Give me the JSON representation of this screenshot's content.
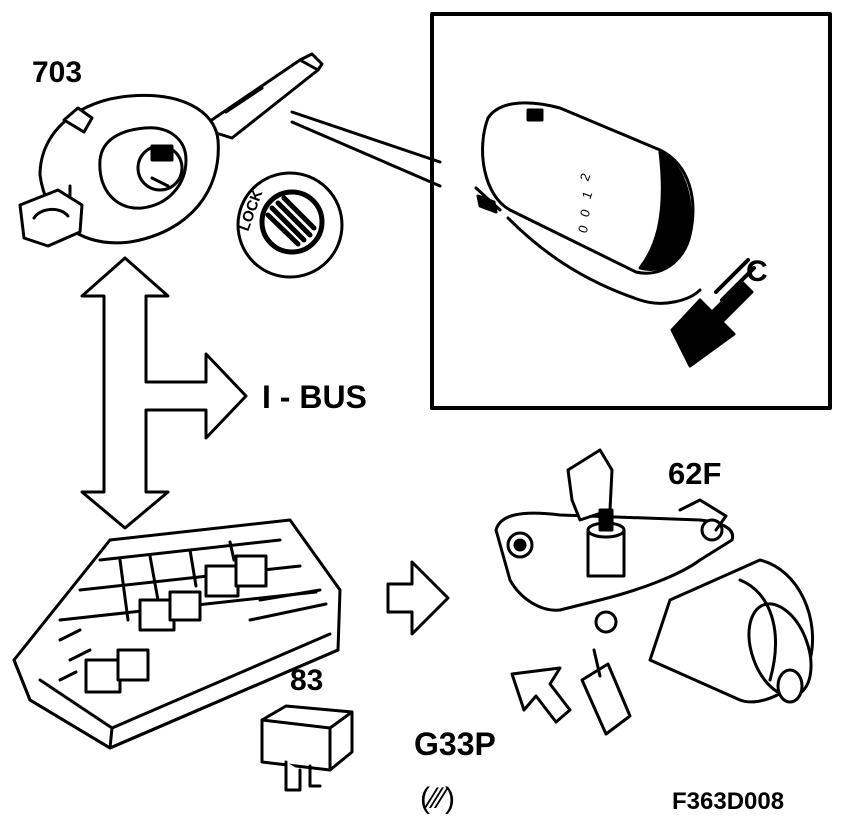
{
  "labels": {
    "switch_id": "703",
    "bus": "I - BUS",
    "direction": "C",
    "motor_id": "62F",
    "relay_id": "83",
    "ground_id": "G33P",
    "ground_symbol": "(∕∕∕)",
    "figure_code": "F363D008"
  },
  "lock_text": "LOCK",
  "dial_marks": [
    "2",
    "1",
    "0",
    "0"
  ],
  "colors": {
    "ink": "#000000",
    "paper": "#ffffff"
  }
}
